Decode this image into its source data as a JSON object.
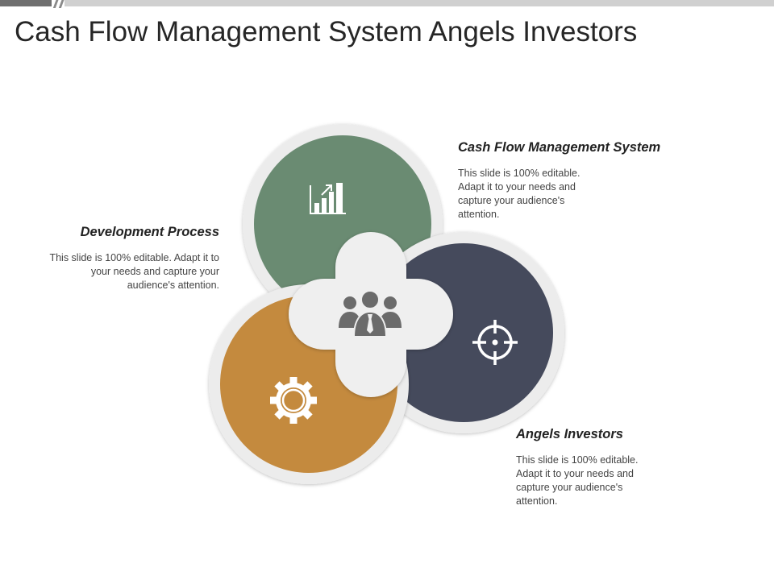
{
  "slide": {
    "title": "Cash Flow Management System Angels Investors"
  },
  "items": [
    {
      "heading": "Development Process",
      "body": "This slide is 100% editable. Adapt it to your needs and capture your audience's attention.",
      "color": "#c48a3e",
      "icon": "gear-icon"
    },
    {
      "heading": "Cash Flow Management System",
      "body": "This slide is 100% editable. Adapt it to your needs and capture your audience's attention.",
      "color": "#6a8b72",
      "icon": "bar-chart-growth-icon"
    },
    {
      "heading": "Angels Investors",
      "body": "This slide is 100% editable. Adapt it to your needs and capture your audience's attention.",
      "color": "#454a5c",
      "icon": "target-crosshair-icon"
    }
  ],
  "center": {
    "color": "#efefef",
    "icon": "business-team-icon"
  }
}
